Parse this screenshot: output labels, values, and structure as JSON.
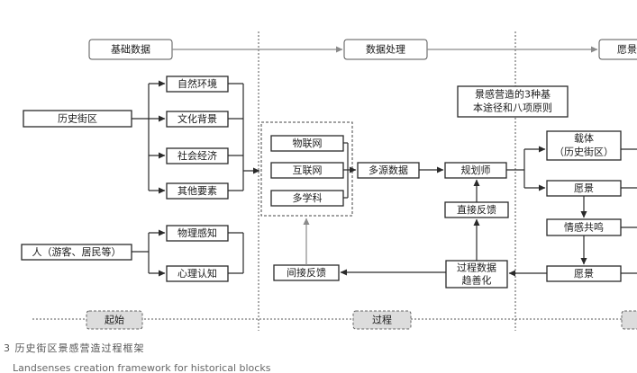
{
  "headers": {
    "basic_data": "基础数据",
    "data_processing": "数据处理",
    "vision": "愿景"
  },
  "left": {
    "district": "历史街区",
    "natural": "自然环境",
    "cultural": "文化背景",
    "socio": "社会经济",
    "other": "其他要素",
    "people": "人（游客、居民等）",
    "physical": "物理感知",
    "psych": "心理认知"
  },
  "middle": {
    "iot": "物联网",
    "internet": "互联网",
    "multi": "多学科",
    "multi_source": "多源数据",
    "indirect": "间接反馈"
  },
  "center": {
    "planner": "规划师",
    "direct": "直接反馈",
    "process_line1": "过程数据",
    "process_line2": "趋善化",
    "principles_line1": "景感营造的3种基",
    "principles_line2": "本途径和八项原则"
  },
  "right": {
    "carrier_line1": "载体",
    "carrier_line2": "（历史街区）",
    "vision1": "愿景",
    "resonance": "情感共鸣",
    "vision2": "愿景"
  },
  "stages": {
    "start": "起始",
    "process": "过程"
  },
  "caption": {
    "zh": "3 历史街区景感营造过程框架",
    "en": "Landsenses creation framework for historical blocks"
  }
}
